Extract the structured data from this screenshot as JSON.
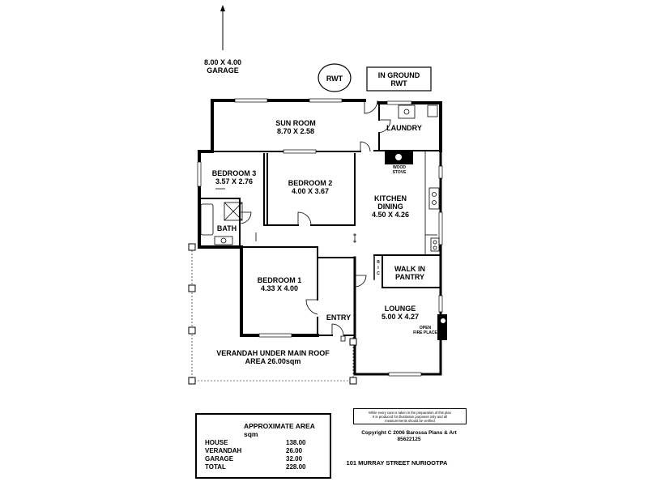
{
  "garage": {
    "dimensions": "8.00 X 4.00",
    "name": "GARAGE"
  },
  "rwt": {
    "label": "RWT"
  },
  "inground_rwt": {
    "line1": "IN GROUND",
    "line2": "RWT"
  },
  "rooms": {
    "sun_room": {
      "name": "SUN ROOM",
      "size": "8.70 X 2.58"
    },
    "laundry": {
      "name": "LAUNDRY"
    },
    "bedroom3": {
      "name": "BEDROOM 3",
      "size": "3.57 X 2.76"
    },
    "bedroom2": {
      "name": "BEDROOM 2",
      "size": "4.00 X 3.67"
    },
    "wood_stove": {
      "line1": "WOOD",
      "line2": "STOVE"
    },
    "kitchen": {
      "line1": "KITCHEN",
      "line2": "DINING",
      "size": "4.50 X 4.26"
    },
    "bath": {
      "name": "BATH"
    },
    "ric": {
      "line1": "R",
      "line2": "I",
      "line3": "C"
    },
    "walk_in_pantry": {
      "line1": "WALK IN",
      "line2": "PANTRY"
    },
    "bedroom1": {
      "name": "BEDROOM 1",
      "size": "4.33 X 4.00"
    },
    "lounge": {
      "name": "LOUNGE",
      "size": "5.00 X 4.27"
    },
    "open_fire": {
      "line1": "OPEN",
      "line2": "FIRE PLACE"
    },
    "entry": {
      "name": "ENTRY"
    },
    "verandah": {
      "line1": "VERANDAH UNDER MAIN ROOF",
      "line2": "AREA 26.00sqm"
    }
  },
  "disclaimer": {
    "line1": "While every care is taken in the preparation of  this plan",
    "line2": "It is produced for illustration purposes only and all",
    "line3": "measurements should be verified"
  },
  "copyright": {
    "line1": "Copyright  C 2006  Barossa Plans & Art",
    "line2": "85622125"
  },
  "address": "101 MURRAY STREET NURIOOTPA",
  "area_table": {
    "title": "APPROXIMATE AREA sqm",
    "rows": [
      {
        "name": "HOUSE",
        "value": "138.00"
      },
      {
        "name": "VERANDAH",
        "value": "26.00"
      },
      {
        "name": "GARAGE",
        "value": "32.00"
      },
      {
        "name": "TOTAL",
        "value": "228.00"
      }
    ]
  }
}
